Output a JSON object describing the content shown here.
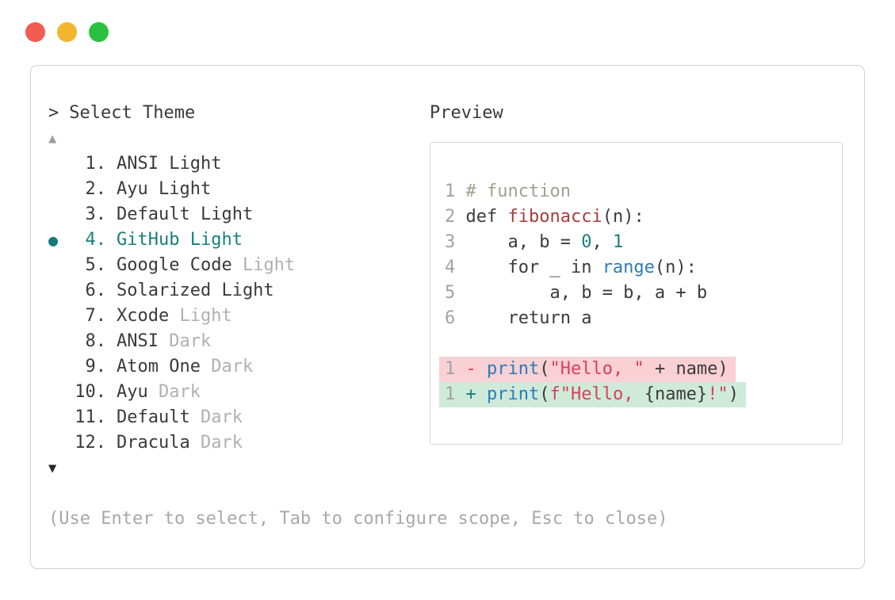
{
  "traffic_lights": {
    "close_color": "#f15b50",
    "minimize_color": "#f2b52e",
    "zoom_color": "#2bc140"
  },
  "prompt": {
    "chevron": ">",
    "title": "Select Theme"
  },
  "list": {
    "scroll_up_arrow": "▲",
    "scroll_down_arrow": "▼",
    "selected_marker": "●",
    "items": [
      {
        "number": "1.",
        "primary": "ANSI Light",
        "dim": "",
        "selected": false
      },
      {
        "number": "2.",
        "primary": "Ayu Light",
        "dim": "",
        "selected": false
      },
      {
        "number": "3.",
        "primary": "Default Light",
        "dim": "",
        "selected": false
      },
      {
        "number": "4.",
        "primary": "GitHub Light",
        "dim": "",
        "selected": true
      },
      {
        "number": "5.",
        "primary": "Google Code",
        "dim": "Light",
        "selected": false
      },
      {
        "number": "6.",
        "primary": "Solarized Light",
        "dim": "",
        "selected": false
      },
      {
        "number": "7.",
        "primary": "Xcode",
        "dim": "Light",
        "selected": false
      },
      {
        "number": "8.",
        "primary": "ANSI",
        "dim": "Dark",
        "selected": false
      },
      {
        "number": "9.",
        "primary": "Atom One",
        "dim": "Dark",
        "selected": false
      },
      {
        "number": "10.",
        "primary": "Ayu",
        "dim": "Dark",
        "selected": false
      },
      {
        "number": "11.",
        "primary": "Default",
        "dim": "Dark",
        "selected": false
      },
      {
        "number": "12.",
        "primary": "Dracula",
        "dim": "Dark",
        "selected": false
      }
    ]
  },
  "help_text": "(Use Enter to select, Tab to configure scope, Esc to close)",
  "preview": {
    "label": "Preview",
    "code": [
      {
        "num": "1",
        "diff": "",
        "tokens": [
          {
            "t": "# function",
            "c": "comment"
          }
        ]
      },
      {
        "num": "2",
        "diff": "",
        "tokens": [
          {
            "t": "def ",
            "c": "plain"
          },
          {
            "t": "fibonacci",
            "c": "func"
          },
          {
            "t": "(n):",
            "c": "plain"
          }
        ]
      },
      {
        "num": "3",
        "diff": "",
        "tokens": [
          {
            "t": "    a, b = ",
            "c": "plain"
          },
          {
            "t": "0",
            "c": "number"
          },
          {
            "t": ", ",
            "c": "plain"
          },
          {
            "t": "1",
            "c": "number"
          }
        ]
      },
      {
        "num": "4",
        "diff": "",
        "tokens": [
          {
            "t": "    for _ in ",
            "c": "plain"
          },
          {
            "t": "range",
            "c": "builtin"
          },
          {
            "t": "(n):",
            "c": "plain"
          }
        ]
      },
      {
        "num": "5",
        "diff": "",
        "tokens": [
          {
            "t": "        a, b = b, a + b",
            "c": "plain"
          }
        ]
      },
      {
        "num": "6",
        "diff": "",
        "tokens": [
          {
            "t": "    return a",
            "c": "plain"
          }
        ]
      },
      {
        "num": "",
        "diff": "",
        "tokens": []
      },
      {
        "num": "1",
        "diff": "del",
        "tokens": [
          {
            "t": "- ",
            "c": "diff-del-sign"
          },
          {
            "t": "print",
            "c": "builtin"
          },
          {
            "t": "(",
            "c": "plain"
          },
          {
            "t": "\"Hello, \"",
            "c": "string"
          },
          {
            "t": " + name)",
            "c": "plain"
          }
        ]
      },
      {
        "num": "1",
        "diff": "add",
        "tokens": [
          {
            "t": "+ ",
            "c": "diff-add-sign"
          },
          {
            "t": "print",
            "c": "builtin"
          },
          {
            "t": "(",
            "c": "plain"
          },
          {
            "t": "f\"Hello, ",
            "c": "string"
          },
          {
            "t": "{name}",
            "c": "plain"
          },
          {
            "t": "!\"",
            "c": "string"
          },
          {
            "t": ")",
            "c": "plain"
          }
        ]
      }
    ]
  },
  "colors": {
    "accent_teal": "#17807d",
    "text": "#3a3a3a",
    "muted_gray": "#b0b0b0",
    "help_gray": "#a8a8a8",
    "line_number_gray": "#a2a2a2",
    "comment_green_gray": "#9aa48e",
    "function_red": "#a63d3a",
    "string_red": "#d6425e",
    "builtin_blue": "#2b7cba",
    "diff_del_bg": "#f9d0d3",
    "diff_add_bg": "#cfead9",
    "window_border": "#d0d0d0"
  }
}
